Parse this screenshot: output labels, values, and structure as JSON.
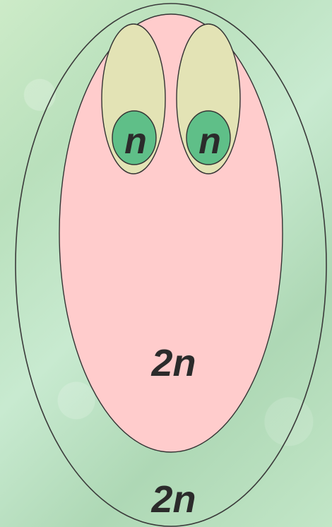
{
  "diagram": {
    "labels": {
      "outer": "2n",
      "central": "2n",
      "left_nucleus": "n",
      "right_nucleus": "n"
    },
    "colors": {
      "background": "#bfe3c0",
      "outer_outline": "#3a3a3a",
      "central_fill": "#ffcccc",
      "inner_oval_fill": "#e3e3b5",
      "nucleus_fill": "#5fbf88",
      "stroke": "#333333",
      "text": "#2b2b2b"
    }
  }
}
